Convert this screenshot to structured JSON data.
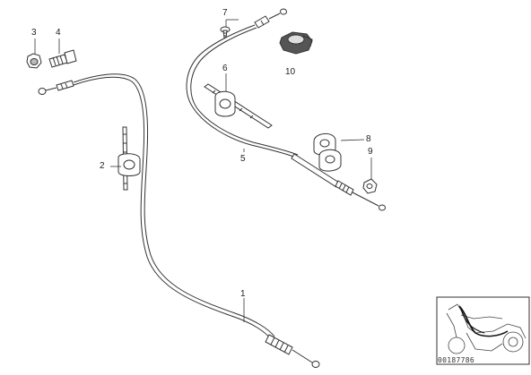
{
  "callouts": {
    "p1": "1",
    "p2": "2",
    "p3": "3",
    "p4": "4",
    "p5": "5",
    "p6": "6",
    "p7": "7",
    "p8": "8",
    "p9": "9",
    "p10": "10"
  },
  "reference_code": "00187786"
}
